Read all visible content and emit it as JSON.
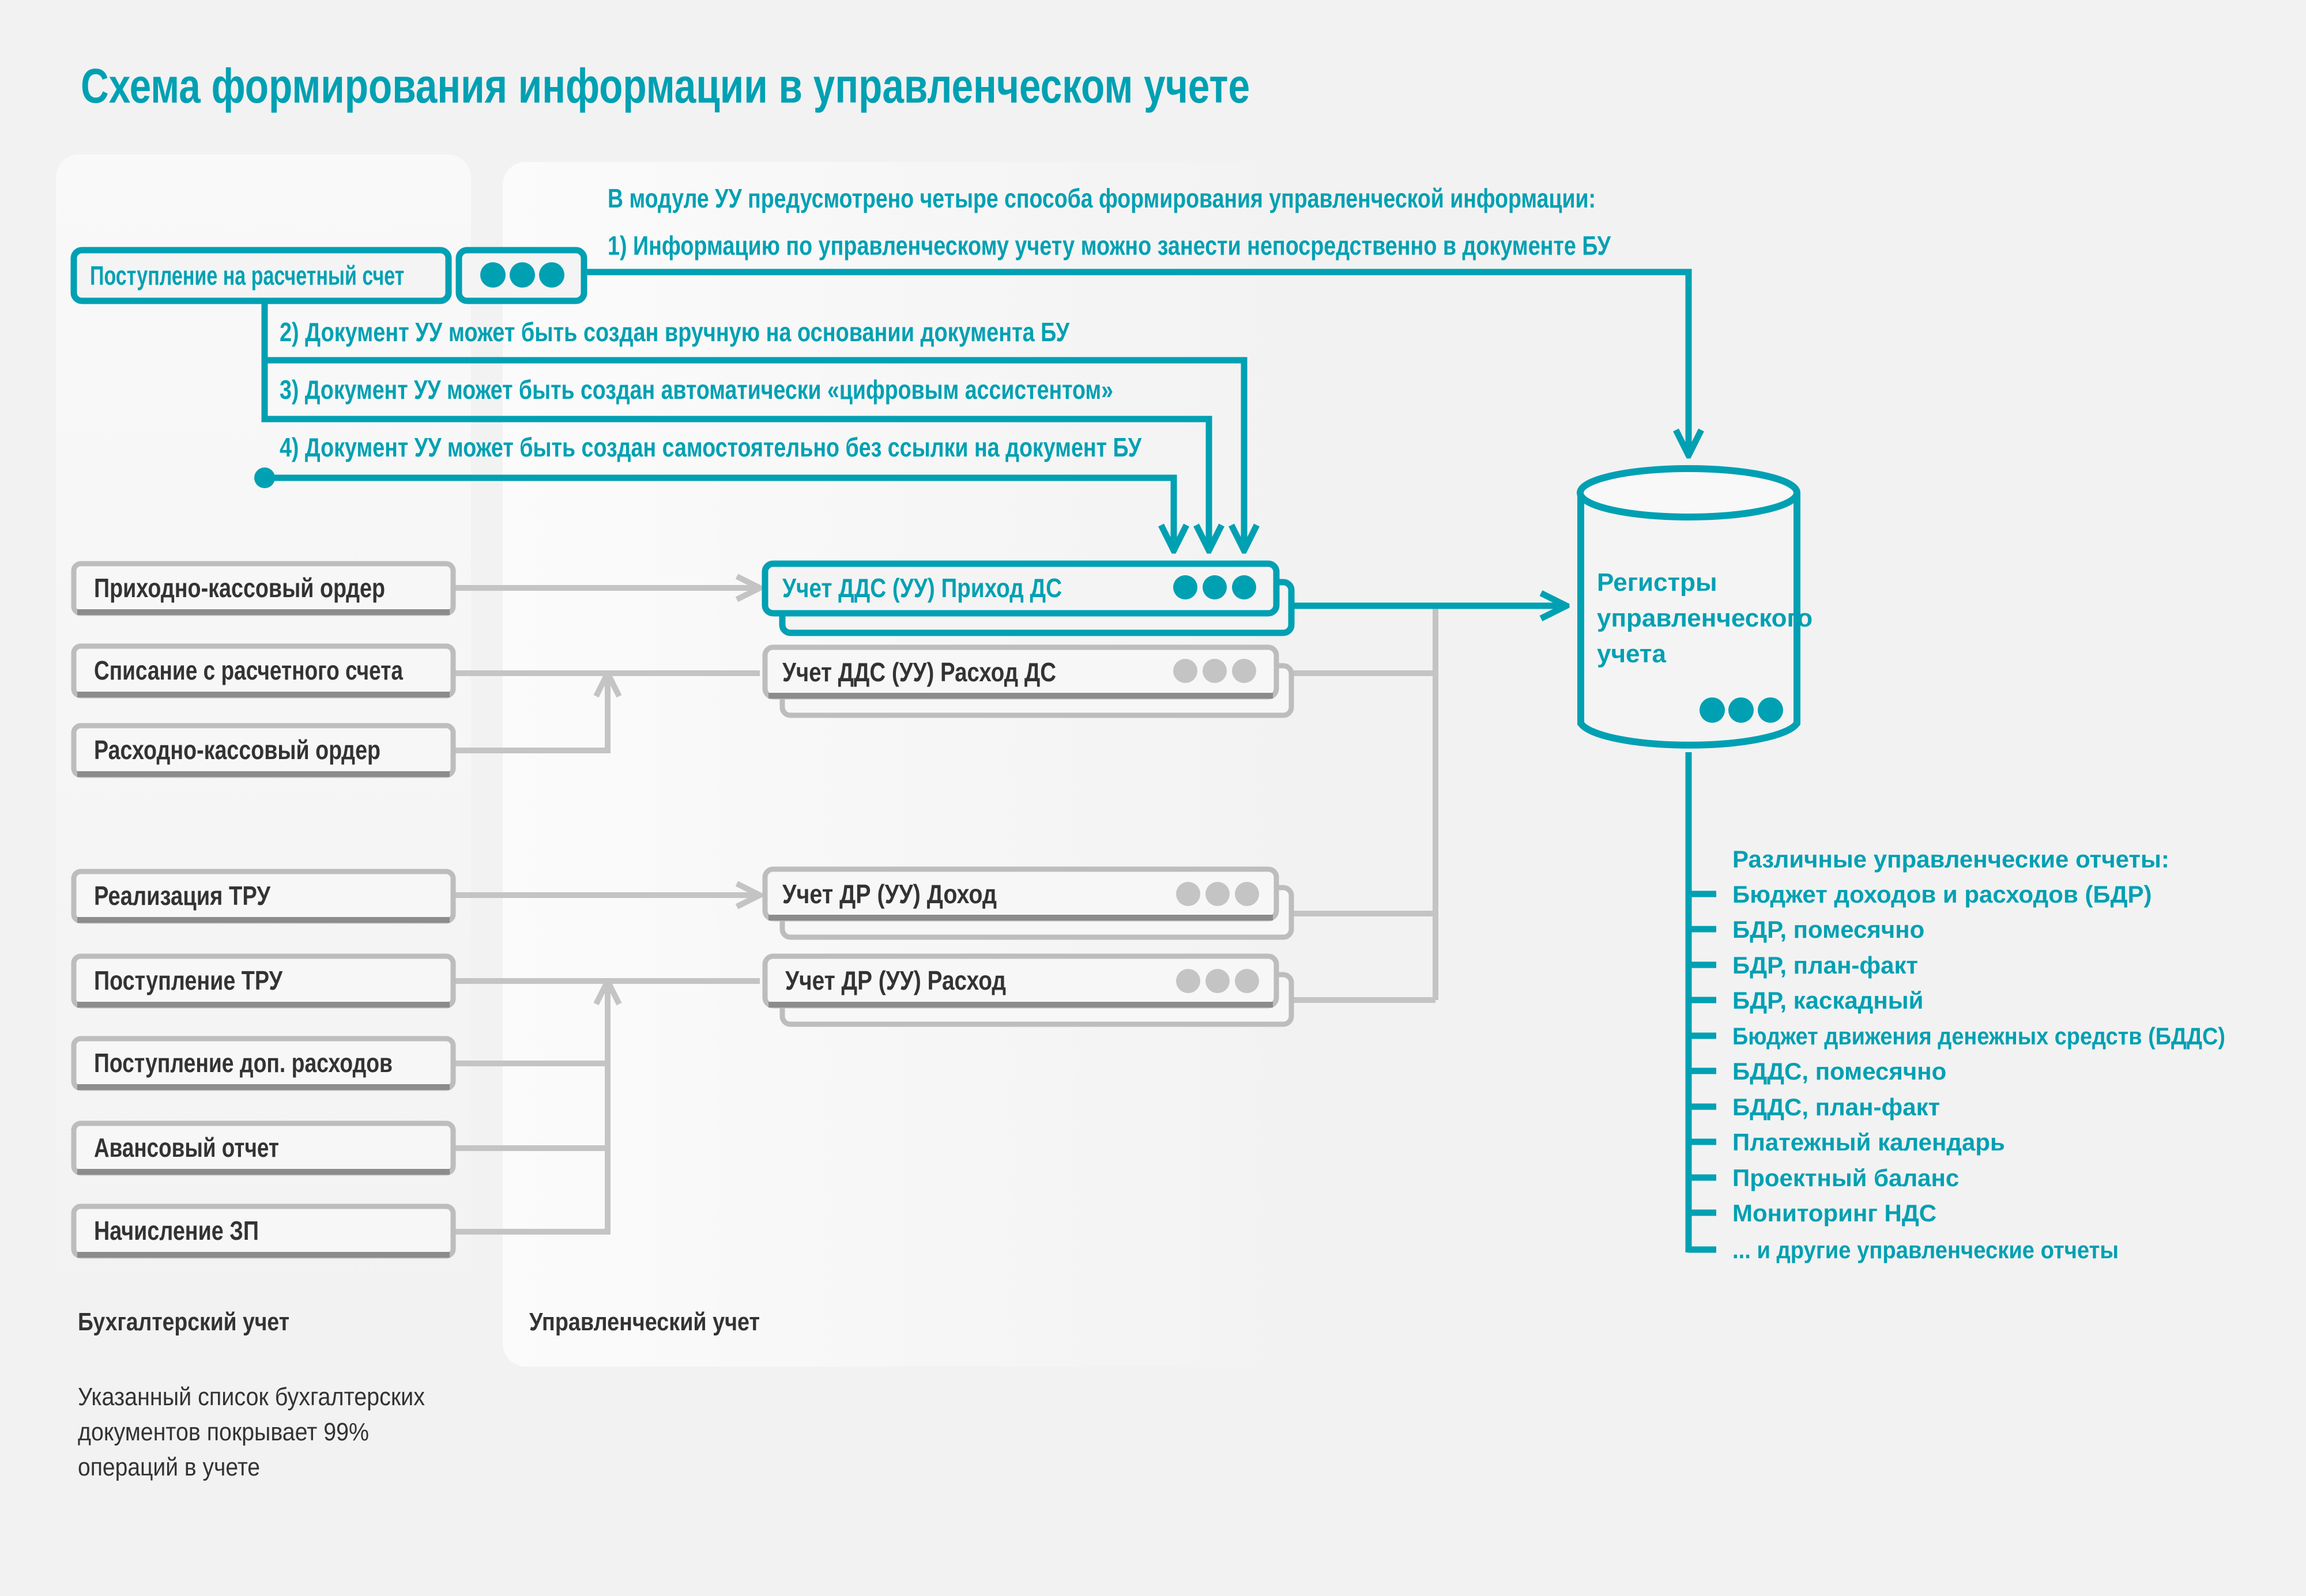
{
  "title": "Схема формирования информации в управленческом учете",
  "intro": {
    "heading": "В модуле УУ предусмотрено четыре способа формирования управленческой информации:",
    "method1": "1) Информацию по управленческому учету можно занести непосредственно в документе БУ",
    "method2": "2) Документ УУ может быть создан вручную на основании документа БУ",
    "method3": "3) Документ УУ может быть создан автоматически «цифровым ассистентом»",
    "method4": "4) Документ УУ может быть создан самостоятельно без ссылки на документ БУ"
  },
  "source_doc": {
    "label": "Поступление на расчетный счет",
    "icon": "more-dots-icon"
  },
  "accounting_docs": [
    "Приходно-кассовый ордер",
    "Списание с расчетного счета",
    "Расходно-кассовый ордер",
    "Реализация ТРУ",
    "Поступление ТРУ",
    "Поступление доп. расходов",
    "Авансовый отчет",
    "Начисление ЗП"
  ],
  "management_docs": [
    "Учет ДДС (УУ) Приход ДС",
    "Учет ДДС (УУ) Расход ДС",
    "Учет ДР (УУ) Доход",
    "Учет ДР (УУ) Расход"
  ],
  "registers": {
    "line1": "Регистры",
    "line2": "управленческого",
    "line3": "учета"
  },
  "reports": {
    "heading": "Различные управленческие отчеты:",
    "items": [
      "Бюджет доходов и расходов (БДР)",
      "БДР, помесячно",
      "БДР, план-факт",
      "БДР, каскадный",
      "Бюджет движения денежных средств (БДДС)",
      "БДДС, помесячно",
      "БДДС, план-факт",
      "Платежный календарь",
      "Проектный баланс",
      "Мониторинг НДС",
      "... и другие управленческие отчеты"
    ]
  },
  "panels": {
    "accounting": "Бухгалтерский учет",
    "management": "Управленческий учет"
  },
  "note": {
    "line1": "Указанный список бухгалтерских",
    "line2": "документов покрывает 99%",
    "line3": "операций в учете"
  },
  "colors": {
    "accent": "#00a0b3",
    "gray": "#bdbdbd",
    "text": "#333333",
    "background": "#f2f2f2"
  }
}
